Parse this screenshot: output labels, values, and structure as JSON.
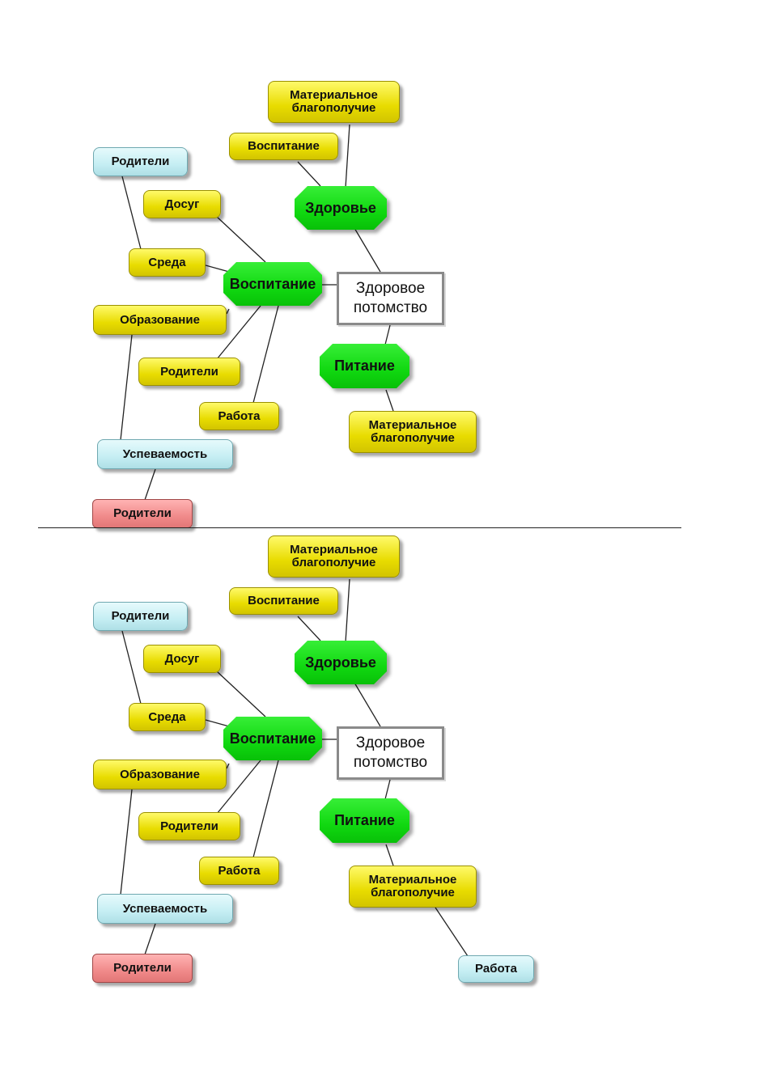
{
  "diagrams": [
    {
      "center": "Здоровое потомство",
      "health": {
        "label": "Здоровье",
        "children": [
          "Материальное благополучие",
          "Воспитание"
        ]
      },
      "upbringing": {
        "label": "Воспитание",
        "children": [
          "Досуг",
          "Среда",
          "Образование",
          "Родители",
          "Работа"
        ]
      },
      "environment_parent": "Родители",
      "education_progress": "Успеваемость",
      "progress_parent": "Родители",
      "nutrition": {
        "label": "Питание",
        "children": [
          "Материальное благополучие"
        ]
      }
    },
    {
      "center": "Здоровое потомство",
      "health": {
        "label": "Здоровье",
        "children": [
          "Материальное благополучие",
          "Воспитание"
        ]
      },
      "upbringing": {
        "label": "Воспитание",
        "children": [
          "Досуг",
          "Среда",
          "Образование",
          "Родители",
          "Работа"
        ]
      },
      "environment_parent": "Родители",
      "education_progress": "Успеваемость",
      "progress_parent": "Родители",
      "nutrition": {
        "label": "Питание",
        "children": [
          "Материальное благополучие"
        ]
      },
      "wealth_child": "Работа"
    }
  ],
  "colors": {
    "primary_node": "#10d810",
    "secondary_node": "#e8dc00",
    "tertiary_node": "#c5eef3",
    "leaf_node": "#f08a8a",
    "center_border": "#8a8a8a"
  }
}
